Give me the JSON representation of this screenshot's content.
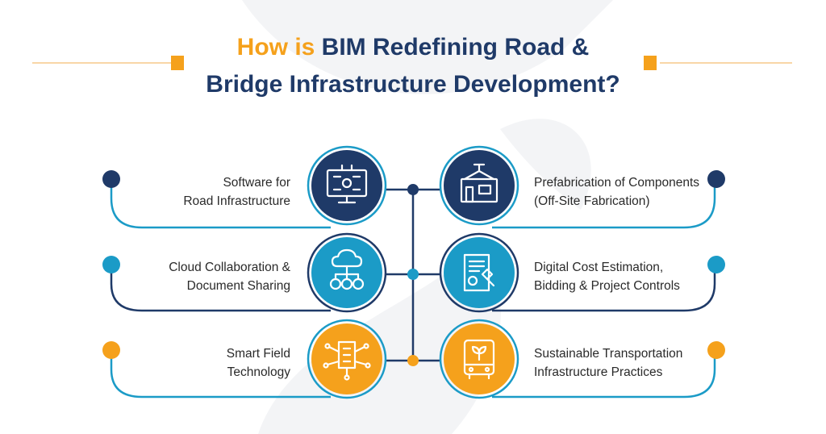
{
  "title": {
    "line1_highlight": "How is",
    "line1_rest": " BIM Redefining Road &",
    "line2": "Bridge Infrastructure Development?"
  },
  "colors": {
    "navy": "#1f3a68",
    "teal": "#1b9bc7",
    "orange": "#f5a11c",
    "text": "#2a2a2a"
  },
  "left_items": [
    {
      "line1": "Software for",
      "line2": "Road Infrastructure",
      "icon": "computer-gear-icon"
    },
    {
      "line1": "Cloud Collaboration &",
      "line2": "Document Sharing",
      "icon": "cloud-network-icon"
    },
    {
      "line1": "Smart Field",
      "line2": "Technology",
      "icon": "smart-building-icon"
    }
  ],
  "right_items": [
    {
      "line1": "Prefabrication of Components",
      "line2": "(Off-Site Fabrication)",
      "icon": "prefab-module-icon"
    },
    {
      "line1": "Digital Cost Estimation,",
      "line2": "Bidding & Project Controls",
      "icon": "document-gavel-icon"
    },
    {
      "line1": "Sustainable Transportation",
      "line2": "Infrastructure Practices",
      "icon": "eco-bus-icon"
    }
  ]
}
